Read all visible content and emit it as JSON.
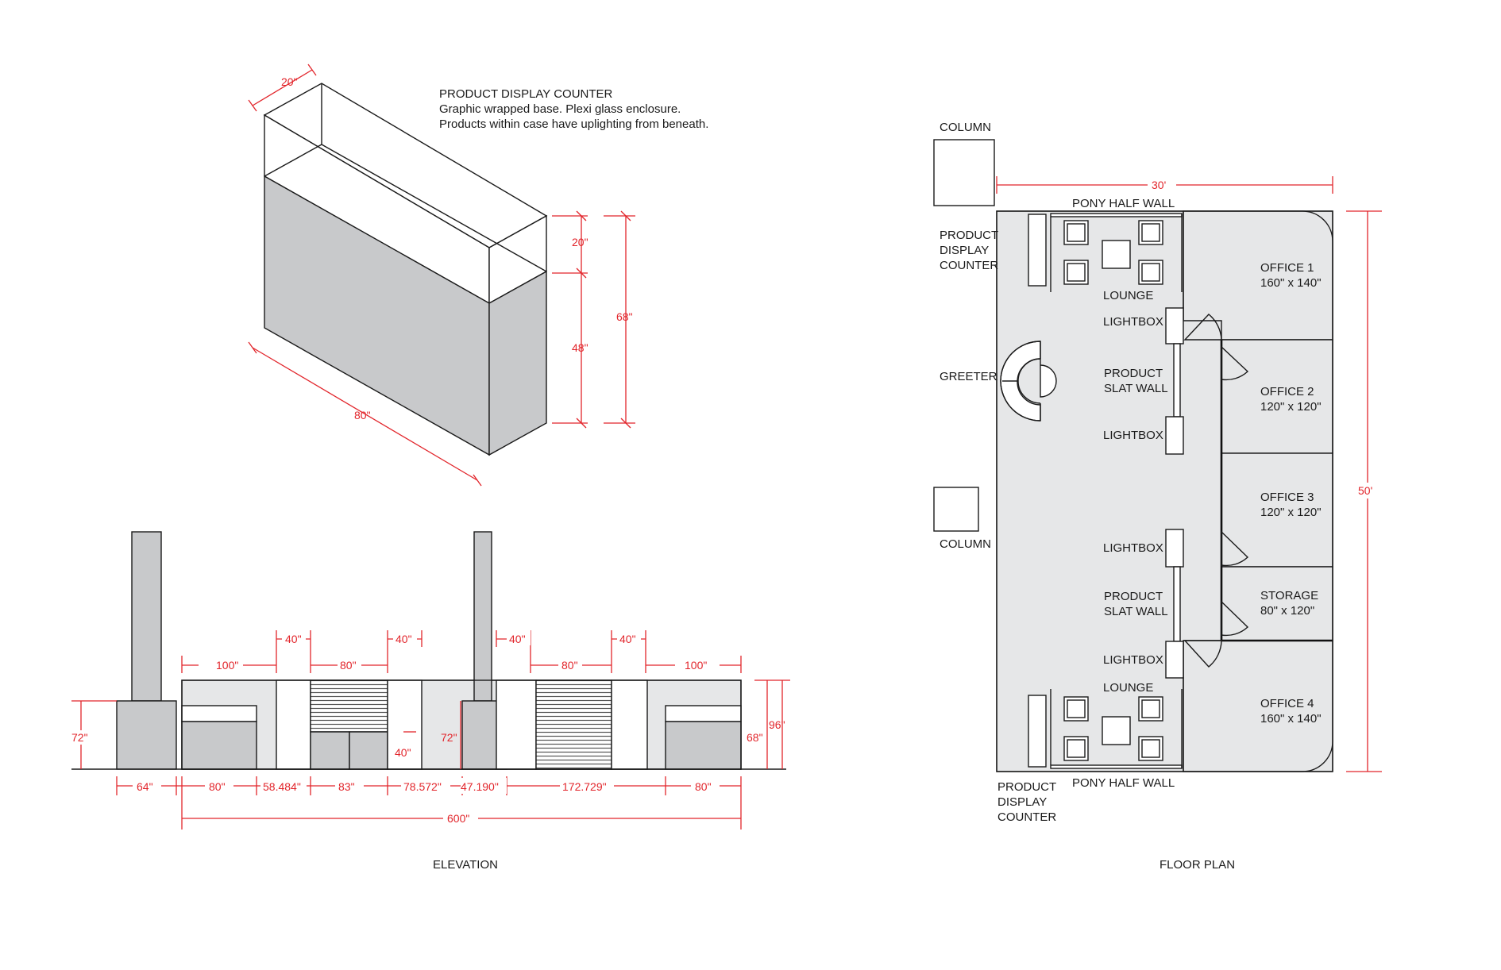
{
  "titles": {
    "elevation": "ELEVATION",
    "floor_plan": "FLOOR PLAN"
  },
  "iso": {
    "heading": "PRODUCT DISPLAY COUNTER",
    "line1": "Graphic wrapped base. Plexi glass enclosure.",
    "line2": "Products within case have uplighting from beneath.",
    "dim_depth": "20\"",
    "dim_enclosure": "20\"",
    "dim_base": "48\"",
    "dim_total": "68\"",
    "dim_length": "80\""
  },
  "elevation": {
    "top": [
      "100\"",
      "40\"",
      "80\"",
      "40\"",
      "40\"",
      "80\"",
      "40\"",
      "100\""
    ],
    "left_height": "72\"",
    "inner_height": "72\"",
    "mid_gap": "40\"",
    "right_outer": "96\"",
    "right_inner": "68\"",
    "bottom": [
      "64\"",
      "80\"",
      "58.484\"",
      "83\"",
      "78.572\"",
      "47.190\"",
      "172.729\"",
      "80\""
    ],
    "total": "600\""
  },
  "plan": {
    "column_top": "COLUMN",
    "column_bottom": "COLUMN",
    "width_dim": "30'",
    "height_dim": "50'",
    "pony_top": "PONY HALF WALL",
    "pony_bottom": "PONY HALF WALL",
    "pdc_top": [
      "PRODUCT",
      "DISPLAY",
      "COUNTER"
    ],
    "pdc_bottom": [
      "PRODUCT",
      "DISPLAY",
      "COUNTER"
    ],
    "greeter": "GREETER",
    "lounge_top": "LOUNGE",
    "lounge_bottom": "LOUNGE",
    "lightbox": [
      "LIGHTBOX",
      "LIGHTBOX",
      "LIGHTBOX",
      "LIGHTBOX"
    ],
    "slat1": [
      "PRODUCT",
      "SLAT WALL"
    ],
    "slat2": [
      "PRODUCT",
      "SLAT WALL"
    ],
    "rooms": [
      {
        "name": "OFFICE 1",
        "size": "160\" x 140\""
      },
      {
        "name": "OFFICE 2",
        "size": "120\" x 120\""
      },
      {
        "name": "OFFICE 3",
        "size": "120\" x 120\""
      },
      {
        "name": "STORAGE",
        "size": "80\" x 120\""
      },
      {
        "name": "OFFICE 4",
        "size": "160\" x 140\""
      }
    ]
  },
  "colors": {
    "dimension": "#e2252b",
    "fill_dark": "#c8c9cb",
    "fill_light": "#e6e7e8",
    "line": "#1a1a1a"
  }
}
